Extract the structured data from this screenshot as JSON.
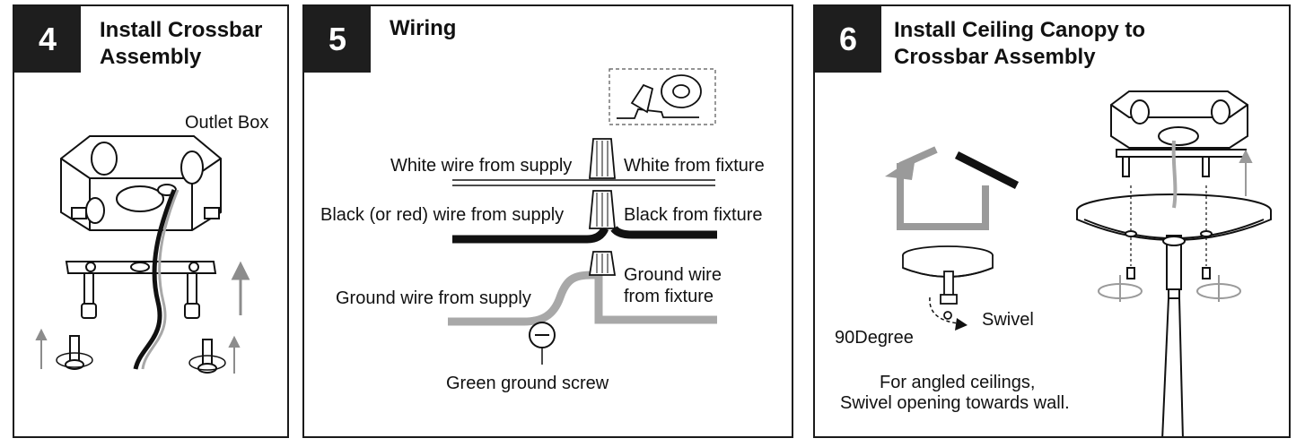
{
  "steps": [
    {
      "number": "4",
      "title_line1": "Install Crossbar",
      "title_line2": "Assembly",
      "labels": {
        "outlet_box": "Outlet Box"
      }
    },
    {
      "number": "5",
      "title": "Wiring",
      "labels": {
        "white_supply": "White wire from supply",
        "white_fixture": "White from fixture",
        "black_supply": "Black (or red) wire from supply",
        "black_fixture": "Black from fixture",
        "ground_supply": "Ground wire from supply",
        "ground_fixture_line1": "Ground wire",
        "ground_fixture_line2": "from fixture",
        "green_screw": "Green ground screw"
      }
    },
    {
      "number": "6",
      "title_line1": "Install Ceiling Canopy to",
      "title_line2": "Crossbar Assembly",
      "labels": {
        "swivel": "Swivel",
        "degree": "90Degree",
        "note_line1": "For angled ceilings,",
        "note_line2": "Swivel opening towards wall."
      }
    }
  ],
  "colors": {
    "header_bg": "#1e1e1e",
    "wire_black": "#111111",
    "wire_ground": "#a8a8a8",
    "arrow_gray": "#8c8c8c"
  }
}
